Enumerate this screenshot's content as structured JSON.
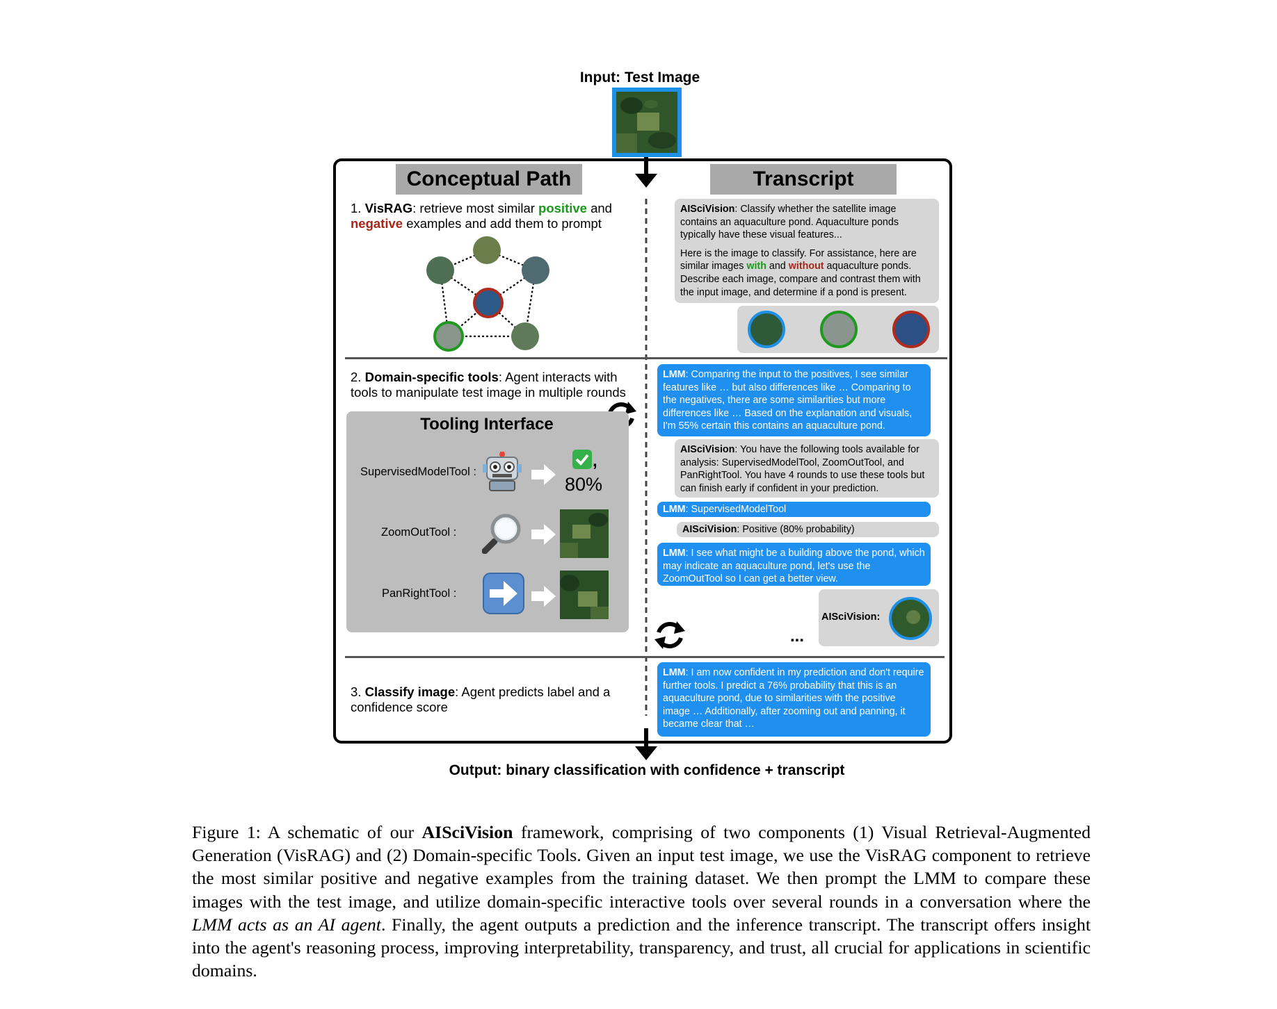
{
  "input": {
    "label": "Input: Test Image"
  },
  "output": {
    "label": "Output: binary classification with confidence + transcript"
  },
  "headers": {
    "conceptual_path": "Conceptual Path",
    "transcript": "Transcript"
  },
  "steps": {
    "s1": {
      "num": "1.",
      "title": "VisRAG",
      "t1": ": retrieve most similar ",
      "positive": "positive",
      "t2": " and",
      "negative": "negative",
      "t3": " examples and add them to prompt"
    },
    "s2": {
      "num": "2.",
      "title": "Domain-specific tools",
      "t1": ": Agent interacts with tools to manipulate test image in multiple rounds"
    },
    "s3": {
      "num": "3.",
      "title": "Classify image",
      "t1": ": Agent predicts label and a confidence score"
    }
  },
  "tooling": {
    "title": "Tooling Interface",
    "tools": [
      {
        "label": "SupervisedModelTool :",
        "icon": "robot-icon",
        "result_icon": "check-mark-icon",
        "result_comma": ",",
        "result_value": "80%"
      },
      {
        "label": "ZoomOutTool :",
        "icon": "magnifier-icon"
      },
      {
        "label": "PanRightTool :",
        "icon": "right-arrow-icon"
      }
    ]
  },
  "transcript": {
    "b1": {
      "speaker": "AISciVision",
      "p1": ": Classify whether the satellite image contains an aquaculture pond. Aquaculture ponds typically have these visual features...",
      "p2a": "Here is the image to classify. For assistance, here are similar images ",
      "with": "with",
      "p2b": " and ",
      "without": "without",
      "p2c": " aquaculture ponds. Describe each image, compare and contrast them with the input image, and determine if a pond is present."
    },
    "b2": {
      "speaker": "LMM",
      "text": ": Comparing the input to the positives, I see similar features like … but also differences like … Comparing to the negatives, there are some similarities but more differences like … Based on the explanation and visuals, I'm 55% certain this contains an aquaculture pond."
    },
    "b3": {
      "speaker": "AISciVision",
      "text": ": You have the following tools available for analysis: SupervisedModelTool, ZoomOutTool, and PanRightTool. You have 4 rounds to use these tools but can finish early if confident in your prediction."
    },
    "b4": {
      "speaker": "LMM",
      "text": ": SupervisedModelTool"
    },
    "b5": {
      "speaker": "AISciVision",
      "text": ": Positive (80% probability)"
    },
    "b6": {
      "speaker": "LMM",
      "text": ": I see what might be a building above the pond, which may indicate an aquaculture pond, let's use the ZoomOutTool so I can get a better view."
    },
    "b7": {
      "label": "AISciVision:"
    },
    "ellipsis": "...",
    "b8": {
      "speaker": "LMM",
      "text": ": I am now confident in my prediction and don't require further tools. I predict a 76% probability that this is an aquaculture pond, due to similarities with the positive image … Additionally, after zooming out and panning, it became clear that …"
    }
  },
  "caption": {
    "lead": "Figure 1:  A schematic of our ",
    "name": "AISciVision",
    "t1": " framework, comprising of two components (1) Visual Retrieval-Augmented Generation (VisRAG) and (2) Domain-specific Tools. Given an input test image, we use the VisRAG component to retrieve the most similar positive and negative examples from the training dataset. We then prompt the LMM to compare these images with the test image, and utilize domain-specific interactive tools over several rounds in a conversation where the ",
    "italic": "LMM acts as an AI agent",
    "t2": ". Finally, the agent outputs a prediction and the inference transcript. The transcript offers insight into the agent's reasoning process, improving interpretability, transparency, and trust, all crucial for applications in scientific domains."
  },
  "colors": {
    "blue_bubble": "#1f90f0",
    "grey_bubble": "#d6d6d6",
    "positive": "#1a9a1a",
    "negative": "#a8261a",
    "test_border": "#1e90e6",
    "header_bg": "#a9a9a9"
  }
}
